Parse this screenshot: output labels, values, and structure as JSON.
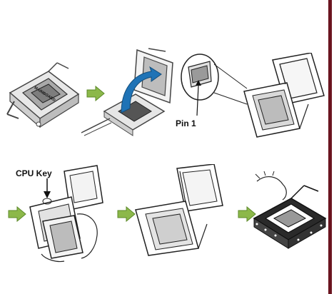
{
  "labels": {
    "pin": "Pin 1",
    "cpu_key": "CPU Key"
  },
  "printed_marks": {
    "socket_plate_text": "MAINBOARD"
  },
  "colors": {
    "arrow_fill": "#8cb84a",
    "arrow_stroke": "#5c8a2a",
    "lift_arrow": "#1f73b6",
    "right_rule": "#6b1520"
  },
  "steps": [
    {
      "id": 1,
      "caption": ""
    },
    {
      "id": 2,
      "caption": ""
    },
    {
      "id": 3,
      "caption": ""
    },
    {
      "id": 4,
      "caption": ""
    },
    {
      "id": 5,
      "caption": ""
    },
    {
      "id": 6,
      "caption": ""
    }
  ]
}
